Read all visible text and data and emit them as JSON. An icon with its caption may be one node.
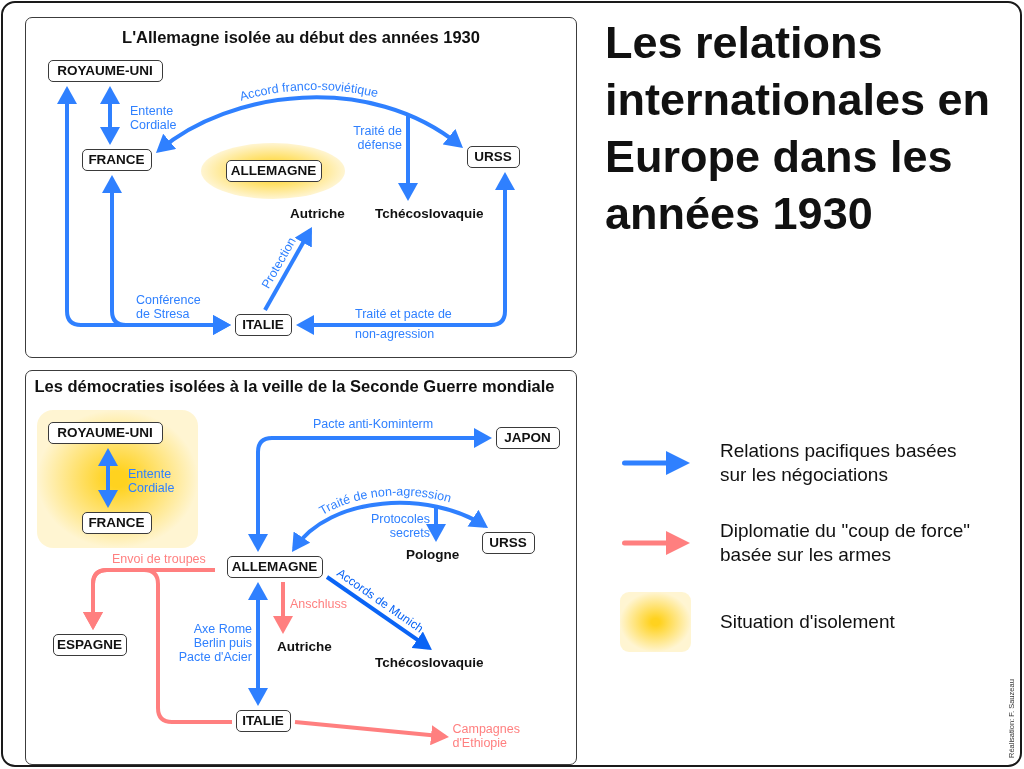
{
  "diagram": {
    "title": "Les relations internationales en Europe dans les années 1930",
    "nodes": [
      {
        "text": [
          "L'Allemagne isolée au début des années 1930"
        ]
      },
      {
        "text": [
          "ROYAUME-UNI"
        ],
        "in": 0
      },
      {
        "text": [
          "FRANCE"
        ],
        "in": 0
      },
      {
        "text": [
          "ALLEMAGNE"
        ],
        "in": 0
      },
      {
        "text": [
          "URSS"
        ],
        "in": 0
      },
      {
        "text": [
          "Autriche"
        ],
        "in": 0
      },
      {
        "text": [
          "Tchécoslovaquie"
        ],
        "in": 0
      },
      {
        "text": [
          "ITALIE"
        ],
        "in": 0
      },
      {
        "text": [
          "Les démocraties isolées à la veille de la Seconde Guerre mondiale"
        ]
      },
      {
        "text": [
          "ROYAUME-UNI"
        ],
        "in": 8
      },
      {
        "text": [
          "JAPON"
        ],
        "in": 8
      },
      {
        "text": [
          "FRANCE"
        ],
        "in": 8
      },
      {
        "text": [
          "URSS"
        ],
        "in": 8
      },
      {
        "text": [
          "ALLEMAGNE"
        ],
        "in": 8
      },
      {
        "text": [
          "Pologne"
        ],
        "in": 8
      },
      {
        "text": [
          "ESPAGNE"
        ],
        "in": 8
      },
      {
        "text": [
          "Autriche"
        ],
        "in": 8
      },
      {
        "text": [
          "Tchécoslovaquie"
        ],
        "in": 8
      },
      {
        "text": [
          "ITALIE"
        ],
        "in": 8
      },
      {
        "text": [
          "Campagnes d'Ethiopie"
        ],
        "in": 8
      }
    ],
    "edges": [
      {
        "from": 1,
        "to": 2,
        "arrow": "both",
        "label": "Entente Cordiale"
      },
      {
        "from": 2,
        "to": 4,
        "arrow": "both",
        "label": "Accord franco-soviétique"
      },
      {
        "from": null,
        "to": 6,
        "arrow": "to",
        "label": "Traité de défense"
      },
      {
        "from": 7,
        "to": 5,
        "arrow": "to",
        "label": "Protection"
      },
      {
        "from": 1,
        "to": 7,
        "arrow": "both",
        "label": "Conférence de Stresa"
      },
      {
        "from": 2,
        "to": 7,
        "arrow": "both"
      },
      {
        "from": 4,
        "to": 7,
        "arrow": "both",
        "label": "Traité et pacte de non-agression"
      },
      {
        "from": 9,
        "to": 11,
        "arrow": "both",
        "label": "Entente Cordiale"
      },
      {
        "from": 13,
        "to": 10,
        "arrow": "both",
        "label": "Pacte anti-Kominterm"
      },
      {
        "from": 13,
        "to": 12,
        "arrow": "both",
        "label": "Traité de non-agression"
      },
      {
        "from": null,
        "to": 14,
        "arrow": "to",
        "label": "Protocoles secrets"
      },
      {
        "from": 13,
        "to": 17,
        "arrow": "to",
        "label": "Accords de Munich",
        "color": "#0a64f5"
      },
      {
        "from": 13,
        "to": 16,
        "arrow": "to",
        "label": "Anschluss",
        "color": "#ff7f7f"
      },
      {
        "from": 13,
        "to": 18,
        "arrow": "both",
        "label": "Axe Rome Berlin puis Pacte d'Acier"
      },
      {
        "from": 13,
        "to": 15,
        "arrow": "to",
        "label": "Envoi de troupes",
        "color": "#ff7f7f"
      },
      {
        "from": 18,
        "to": 15,
        "arrow": "to",
        "color": "#ff7f7f"
      },
      {
        "from": 18,
        "to": 19,
        "arrow": "to",
        "color": "#ff7f7f"
      }
    ],
    "labels": [
      "Réalisation: F. Sauzeau"
    ],
    "legend": [
      {
        "text": "Relations pacifiques basées sur les négociations"
      },
      {
        "text": "Diplomatie du \"coup de force\" basée sur les armes"
      },
      {
        "text": "Situation d'isolement"
      }
    ]
  }
}
